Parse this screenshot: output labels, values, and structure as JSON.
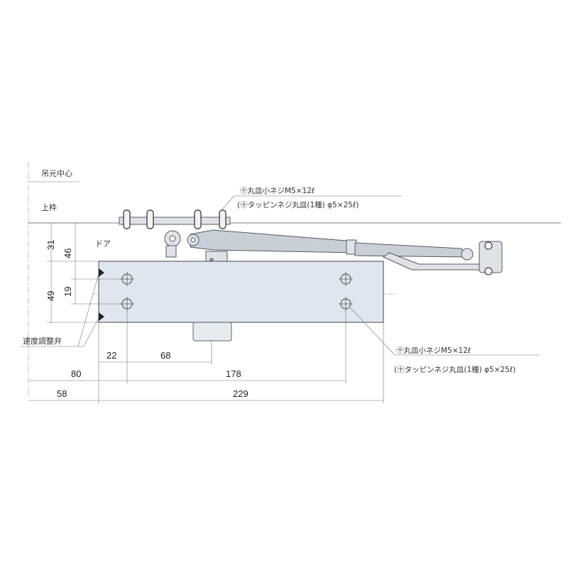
{
  "labels": {
    "hinge_center": "吊元中心",
    "top_frame": "上枠",
    "door": "ドア",
    "speed_valve": "速度調整弁"
  },
  "screw_notes": {
    "bracket": {
      "line1": "㊉丸皿小ネジM5×12ℓ",
      "line2": "(㊉タッピンネジ丸皿(1種) φ5×25ℓ)"
    },
    "body": {
      "line1": "㊉丸皿小ネジM5×12ℓ",
      "line2": "(㊉タッピンネジ丸皿(1種) φ5×25ℓ)"
    }
  },
  "dimensions": {
    "v_31": "31",
    "v_46": "46",
    "v_49": "49",
    "v_19": "19",
    "h_22": "22",
    "h_68": "68",
    "h_80": "80",
    "h_178": "178",
    "h_58": "58",
    "h_229": "229"
  }
}
